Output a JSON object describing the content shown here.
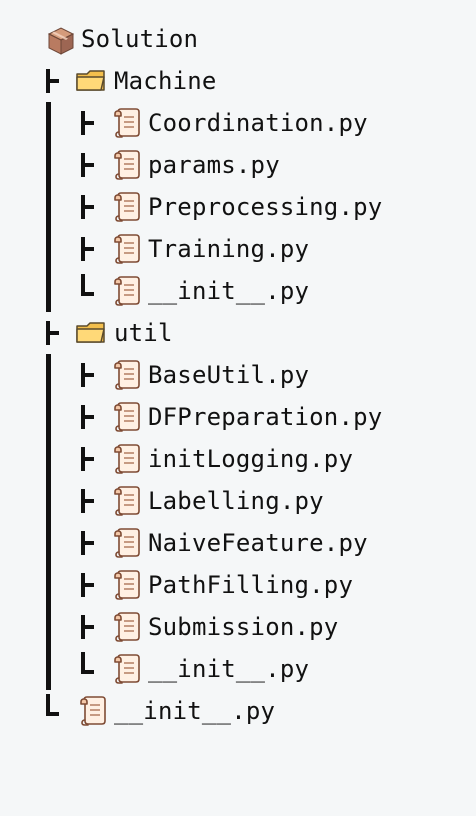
{
  "tree": {
    "root": "Solution",
    "machine_folder": "Machine",
    "machine_files": [
      "Coordination.py",
      "params.py",
      "Preprocessing.py",
      "Training.py",
      "__init__.py"
    ],
    "util_folder": "util",
    "util_files": [
      "BaseUtil.py",
      "DFPreparation.py",
      "initLogging.py",
      "Labelling.py",
      "NaiveFeature.py",
      "PathFilling.py",
      "Submission.py",
      "__init__.py"
    ],
    "root_file": "__init__.py"
  },
  "icons": {
    "root": "package-icon",
    "folder": "folder-icon",
    "file": "scroll-file-icon"
  }
}
